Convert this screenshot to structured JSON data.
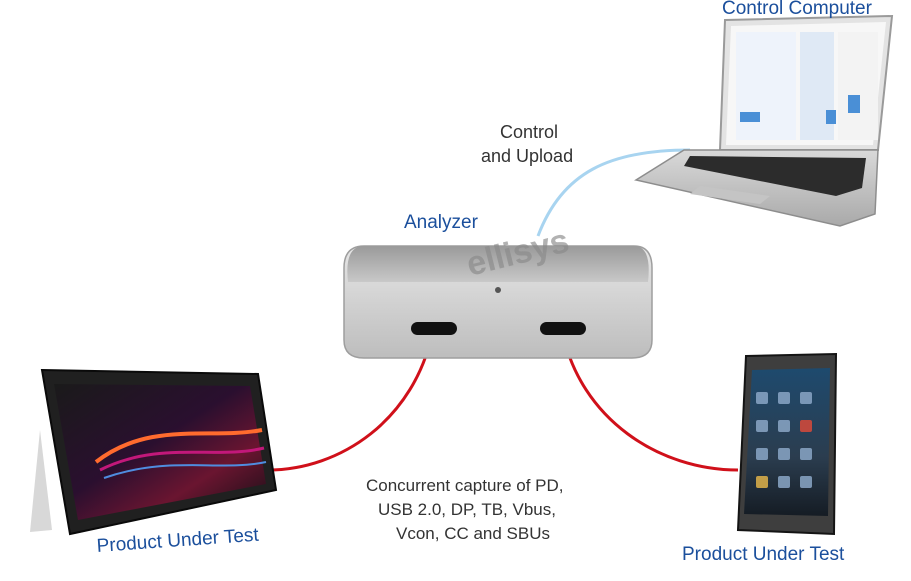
{
  "labels": {
    "control_computer": "Control Computer",
    "control_upload_line1": "Control",
    "control_upload_line2": "and Upload",
    "analyzer": "Analyzer",
    "analyzer_brand": "ellisys",
    "capture_line1": "Concurrent capture of PD,",
    "capture_line2": "USB 2.0, DP, TB, Vbus,",
    "capture_line3": "Vcon, CC and SBUs",
    "product_left": "Product Under Test",
    "product_right": "Product Under Test"
  },
  "colors": {
    "label_blue": "#1b4f9c",
    "text_grey": "#333333",
    "usb_cable": "#d0101a",
    "control_cable": "#a8d4f0",
    "analyzer_body": "#c9c9c9"
  }
}
